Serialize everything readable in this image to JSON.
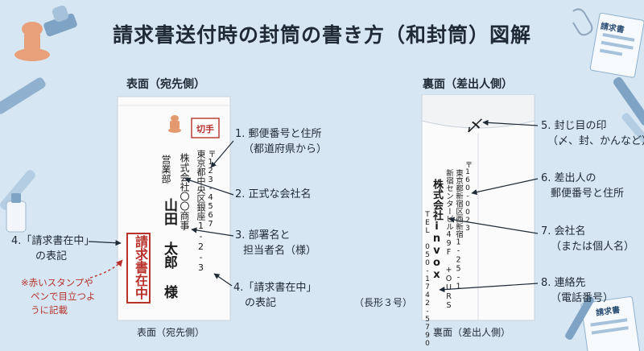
{
  "title": "請求書送付時の封筒の書き方（和封筒）図解",
  "front": {
    "heading": "表面（宛先側）",
    "caption": "表面（宛先側）",
    "stamp_label": "切手",
    "postal_code": "〒123-4567",
    "address": "東京都中央区銀座1-2-3",
    "company": "株式会社〇〇商事",
    "department": "営業部",
    "recipient": "山田 太郎 様",
    "enclosed_stamp": "請求書在中",
    "annotations": {
      "a1": [
        "1. 郵便番号と住所",
        "（都道府県から）"
      ],
      "a2": [
        "2. 正式な会社名"
      ],
      "a3": [
        "3. 部署名と",
        "担当者名（様）"
      ],
      "a4": [
        "4.「請求書在中」",
        "の表記"
      ],
      "a4_left": [
        "4.「請求書在中」",
        "の表記"
      ],
      "note": [
        "※赤いスタンプや",
        "ペンで目立つよ",
        "うに記載"
      ]
    }
  },
  "back": {
    "heading": "裏面（差出人側）",
    "caption": "裏面（差出人側）",
    "size_label": "（長形３号）",
    "seal_mark": "〆",
    "sender_postal": "〒160-0023",
    "sender_address": "東京都新宿区西新宿1-25-1",
    "sender_building": "新宿センタービル49F +OURS",
    "sender_company": "株式会社invox",
    "sender_tel": "TEL 050-1742-5790",
    "annotations": {
      "a5": [
        "5. 封じ目の印",
        "（〆、封、かんなど）"
      ],
      "a6": [
        "6. 差出人の",
        "郵便番号と住所"
      ],
      "a7": [
        "7. 会社名",
        "（または個人名）"
      ],
      "a8": [
        "8. 連絡先",
        "（電話番号）"
      ]
    }
  },
  "decor": {
    "invoice_doc_label": "請求書",
    "invoice_doc_label_2": "請求書"
  },
  "colors": {
    "background": "#d6e6f2",
    "accent_red": "#b8322b",
    "ink": "#1f2a36"
  }
}
